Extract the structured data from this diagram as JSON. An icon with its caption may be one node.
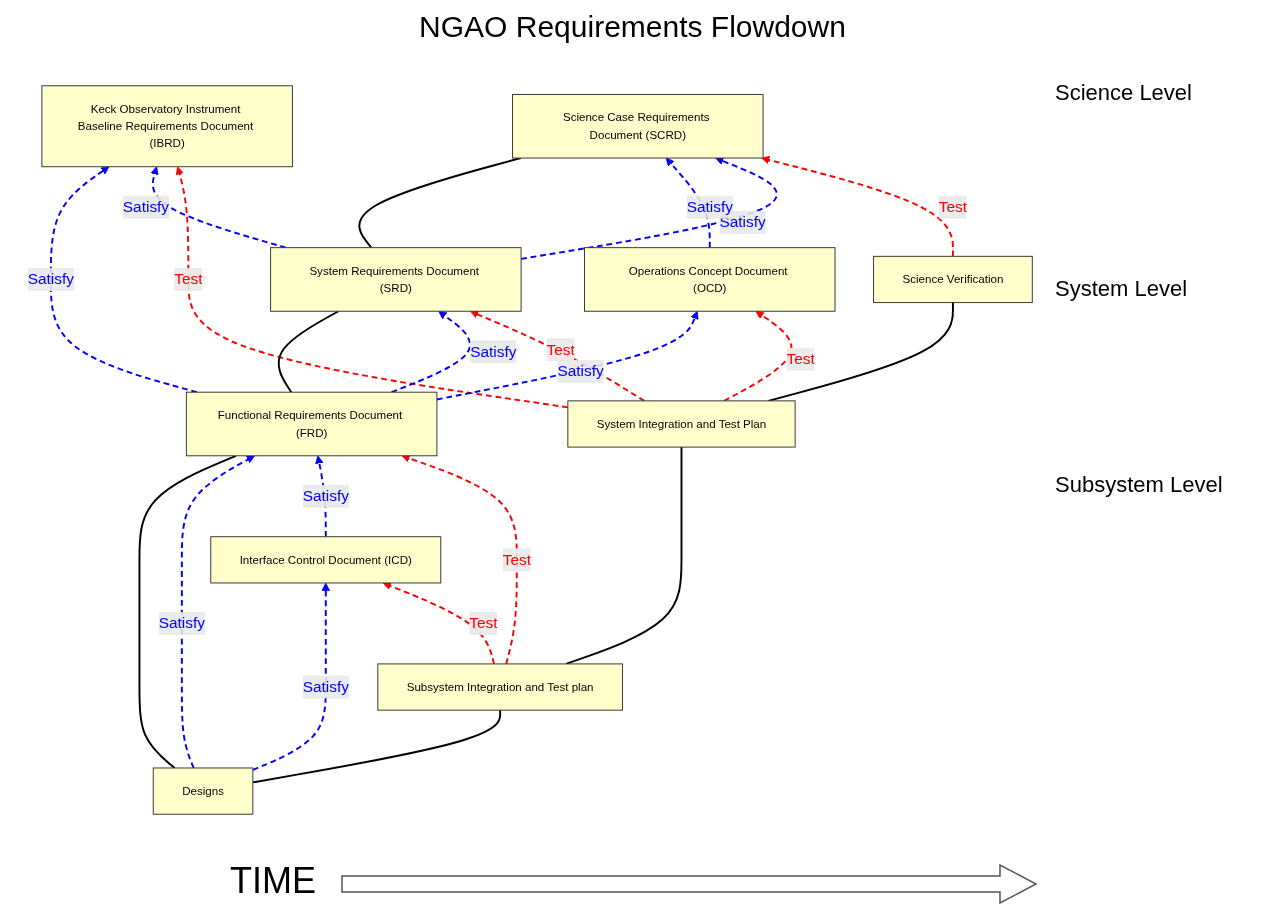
{
  "diagram": {
    "title": "NGAO Requirements Flowdown",
    "nodes": [
      {
        "text": [
          "Science Case Requirements Document (SCRD)"
        ]
      },
      {
        "text": [
          "Science Verification"
        ]
      },
      {
        "text": [
          "Keck Observatory Instrument Baseline Requirements Document (IBRD)"
        ]
      },
      {
        "text": [
          "System Requirements Document (SRD)"
        ]
      },
      {
        "text": [
          "Operations Concept Document (OCD)"
        ]
      },
      {
        "text": [
          "System Integration and Test Plan"
        ]
      },
      {
        "text": [
          "Functional Requirements Document (FRD)"
        ]
      },
      {
        "text": [
          "Interface Control Document (ICD)"
        ]
      },
      {
        "text": [
          "Subsystem Integration and Test plan"
        ]
      },
      {
        "text": [
          "Designs"
        ]
      }
    ],
    "edges": [
      {
        "from": 1,
        "to": 0,
        "arrow": "to",
        "label": "Test",
        "style": "dashed",
        "color": "#ff0000"
      },
      {
        "from": 3,
        "to": 0,
        "arrow": "to",
        "label": "Satisfy",
        "style": "dashed",
        "color": "#0000ff"
      },
      {
        "from": 4,
        "to": 0,
        "arrow": "to",
        "label": "Satisfy",
        "style": "dashed",
        "color": "#0000ff"
      },
      {
        "from": 5,
        "to": 2,
        "arrow": "to",
        "label": "Test",
        "style": "dashed",
        "color": "#ff0000"
      },
      {
        "from": 5,
        "to": 3,
        "arrow": "to",
        "label": "Test",
        "style": "dashed",
        "color": "#ff0000"
      },
      {
        "from": 5,
        "to": 4,
        "arrow": "to",
        "label": "Test",
        "style": "dashed",
        "color": "#ff0000"
      },
      {
        "from": 3,
        "to": 2,
        "arrow": "to",
        "label": "Satisfy",
        "style": "dashed",
        "color": "#0000ff"
      },
      {
        "from": 6,
        "to": 2,
        "arrow": "to",
        "label": "Satisfy",
        "style": "dashed",
        "color": "#0000ff"
      },
      {
        "from": 6,
        "to": 3,
        "arrow": "to",
        "label": "Satisfy",
        "style": "dashed",
        "color": "#0000ff"
      },
      {
        "from": 6,
        "to": 4,
        "arrow": "to",
        "label": "Satisfy",
        "style": "dashed",
        "color": "#0000ff"
      },
      {
        "from": 8,
        "to": 6,
        "arrow": "to",
        "label": "Test",
        "style": "dashed",
        "color": "#ff0000"
      },
      {
        "from": 7,
        "to": 6,
        "arrow": "to",
        "label": "Satisfy",
        "style": "dashed",
        "color": "#0000ff"
      },
      {
        "from": 8,
        "to": 7,
        "arrow": "to",
        "label": "Test",
        "style": "dashed",
        "color": "#ff0000"
      },
      {
        "from": 9,
        "to": 6,
        "arrow": "to",
        "label": "Satisfy",
        "style": "dashed",
        "color": "#0000ff"
      },
      {
        "from": 9,
        "to": 7,
        "arrow": "to",
        "label": "Satisfy",
        "style": "dashed",
        "color": "#0000ff"
      },
      {
        "from": 0,
        "to": 3,
        "arrow": "none",
        "color": "#000000"
      },
      {
        "from": 3,
        "to": 6,
        "arrow": "none",
        "color": "#000000"
      },
      {
        "from": 6,
        "to": 9,
        "arrow": "none",
        "color": "#000000"
      },
      {
        "from": 9,
        "to": 8,
        "arrow": "none",
        "color": "#000000"
      },
      {
        "from": 8,
        "to": 5,
        "arrow": "none",
        "color": "#000000"
      },
      {
        "from": 5,
        "to": 1,
        "arrow": "none",
        "color": "#000000"
      }
    ],
    "labels": [
      "Science Level",
      "System Level",
      "Subsystem Level",
      "TIME"
    ]
  }
}
